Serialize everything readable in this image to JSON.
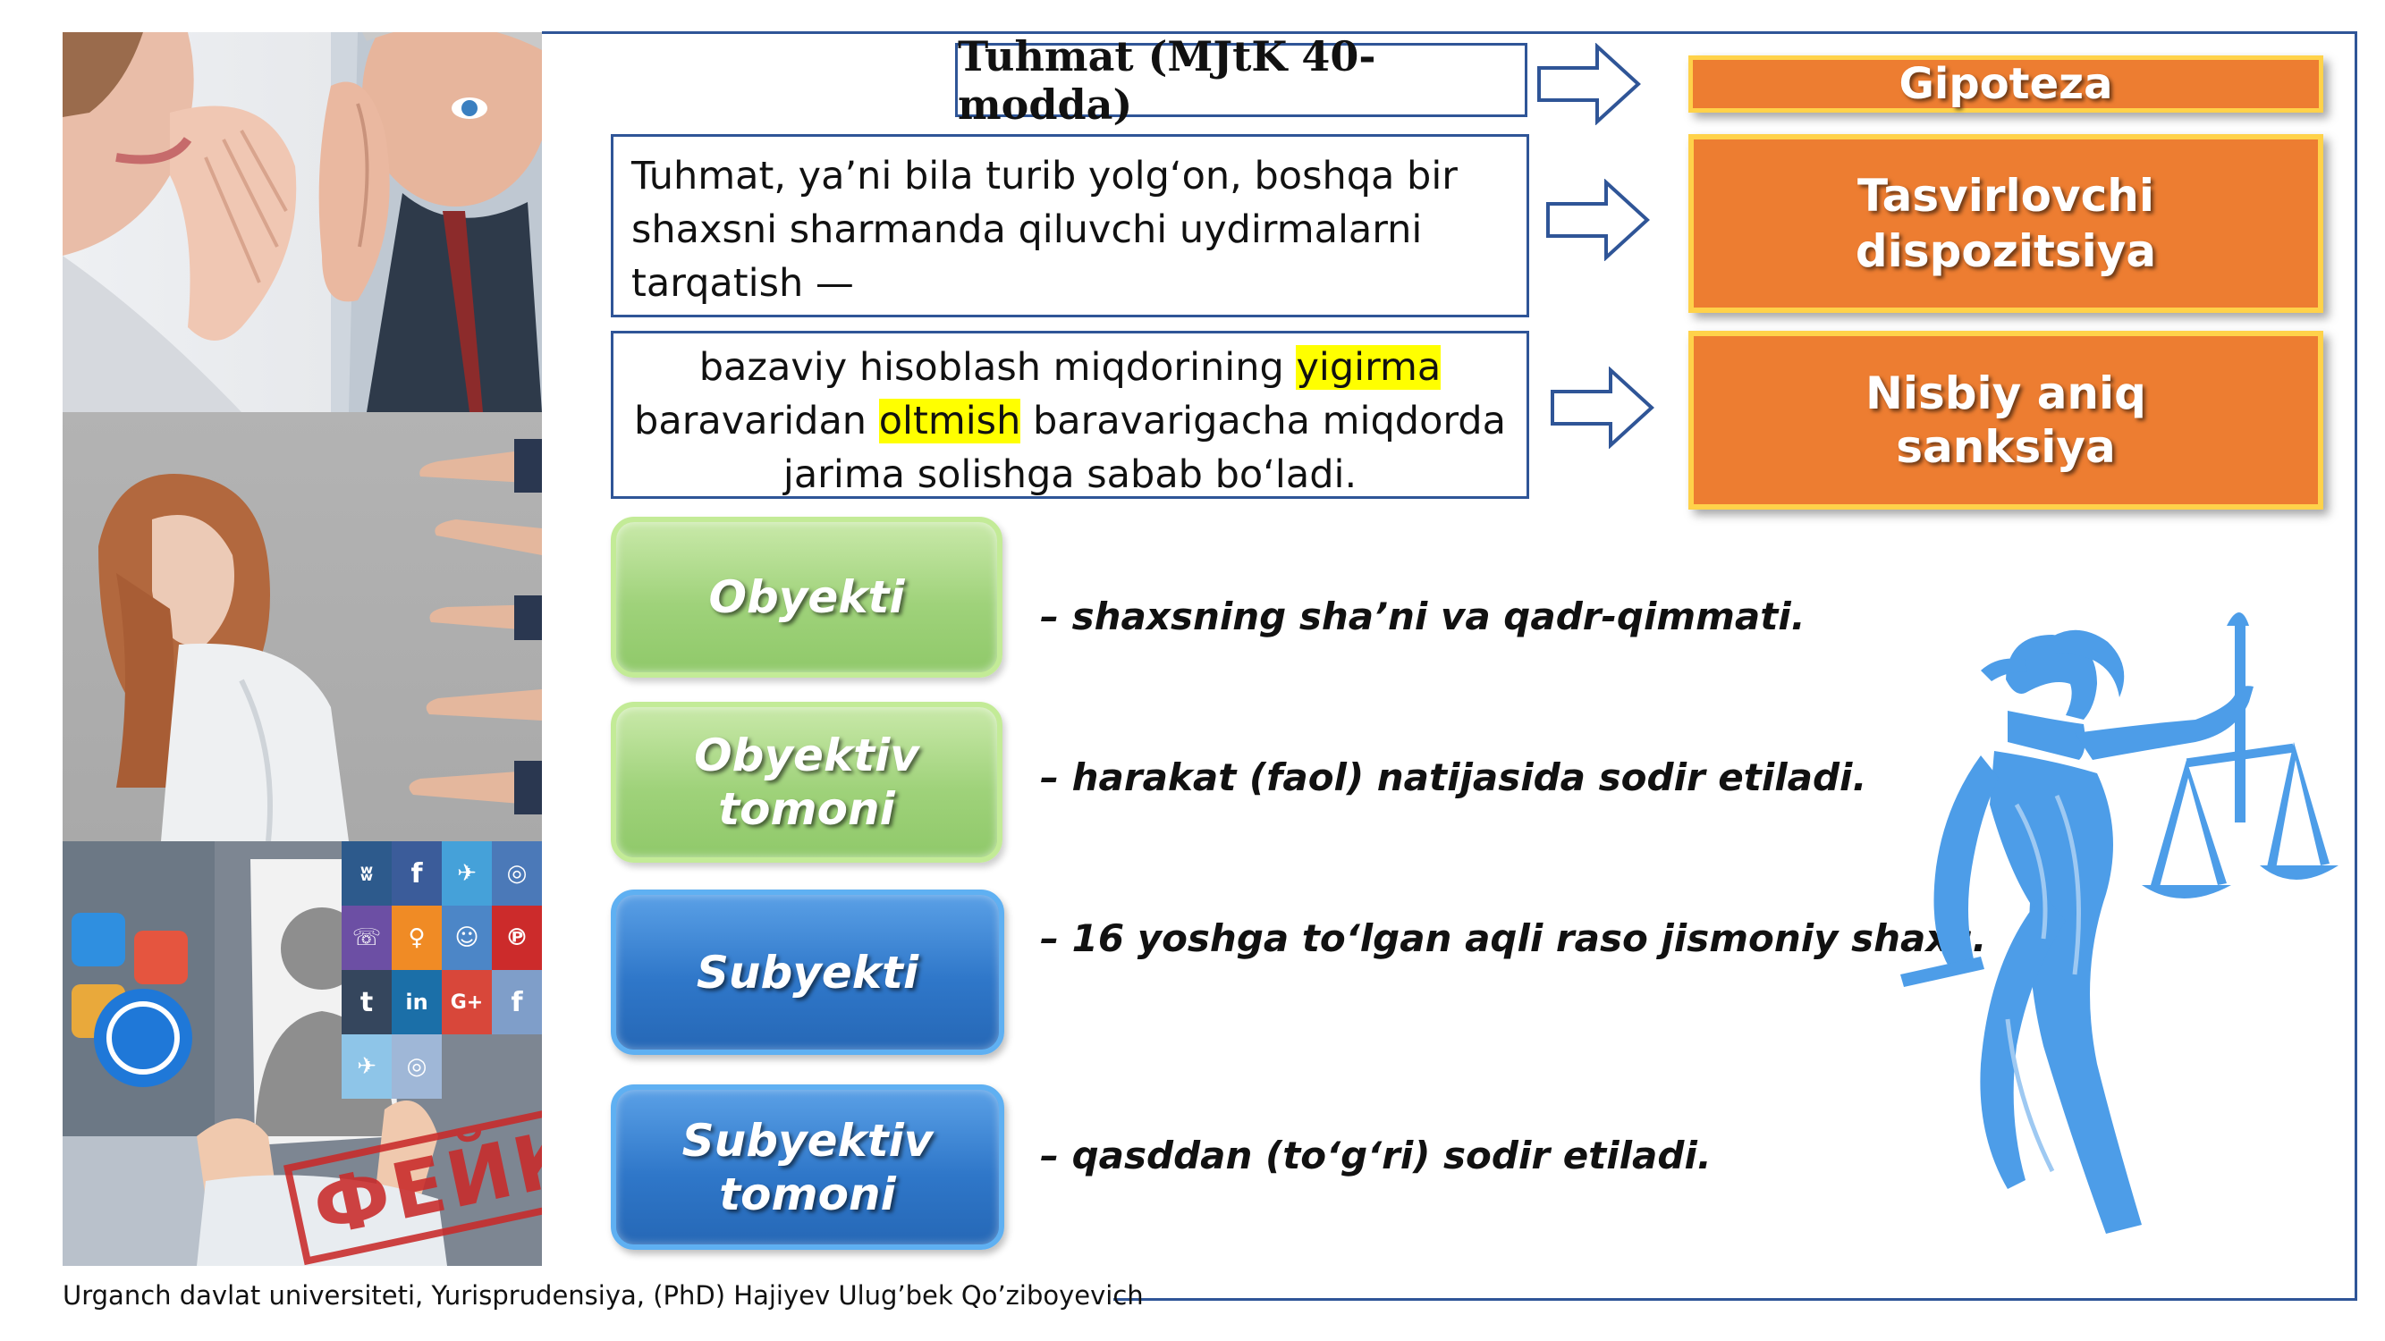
{
  "title": "Tuhmat (MJtK 40-modda)",
  "definition": "Tuhmat, ya’ni bila turib yolg‘on, boshqa bir shaxsni sharmanda qiluvchi uydirmalarni tarqatish —",
  "sanction": {
    "part1": "bazaviy hisoblash miqdorining ",
    "hl1": "yigirma",
    "part2": " baravaridan ",
    "hl2": "oltmish",
    "part3": " baravarigacha miqdorda jarima solishga sabab bo‘ladi."
  },
  "labels": {
    "gipoteza": "Gipoteza",
    "dispozitsiya_1": "Tasvirlovchi",
    "dispozitsiya_2": "dispozitsiya",
    "sanksiya_1": "Nisbiy aniq",
    "sanksiya_2": "sanksiya"
  },
  "elements": [
    {
      "label_1": "Obyekti",
      "label_2": "",
      "desc": "– shaxsning sha’ni va qadr-qimmati."
    },
    {
      "label_1": "Obyektiv",
      "label_2": "tomoni",
      "desc": "– harakat (faol) natijasida sodir etiladi."
    },
    {
      "label_1": "Subyekti",
      "label_2": "",
      "desc": "– 16 yoshga to‘lgan aqli raso jismoniy shaxs."
    },
    {
      "label_1": "Subyektiv",
      "label_2": "tomoni",
      "desc": "– qasddan (to‘g‘ri) sodir etiladi."
    }
  ],
  "photo_stamp": "ФЕЙК",
  "social_icons": [
    "vk",
    "f",
    "t",
    "ig",
    "viber",
    "ok",
    "smile",
    "p",
    "t",
    "in",
    "G+",
    "f",
    "t",
    "ig"
  ],
  "footer": "Urganch davlat universiteti, Yurisprudensiya, (PhD)  Hajiyev Ulug’bek Qo’ziboyevich",
  "colors": {
    "frame": "#2f5597",
    "orange": "#ed7d31",
    "orange_border": "#ffd24a",
    "green": "#9fd27a",
    "blue": "#2f77c9",
    "highlight": "#ffff00",
    "justice": "#4d9de8"
  }
}
